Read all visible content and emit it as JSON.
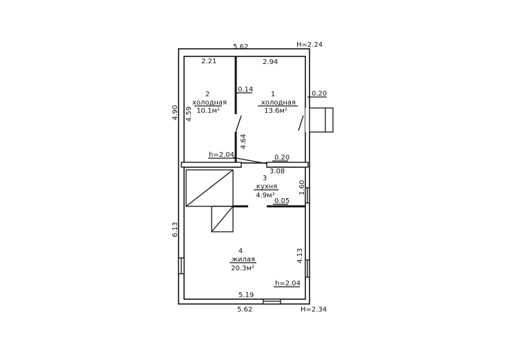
{
  "plan": {
    "dimensions": {
      "top_total": "5.62",
      "top_height": "H=2.24",
      "room2_width": "2.21",
      "room1_width": "2.94",
      "left_upper": "4.90",
      "room2_depth": "4.59",
      "partition": "0.14",
      "room1_depth": "4.64",
      "porch_wall": "0.20",
      "ceiling_upper": "h=2.04",
      "door_wall": "0.20",
      "kitchen_width": "3.08",
      "kitchen_depth": "1.60",
      "kitchen_partition": "0.05",
      "left_lower": "6.13",
      "room4_depth": "4.13",
      "ceiling_lower": "h=2.04",
      "room4_width": "5.19",
      "bottom_total": "5.62",
      "bottom_height": "H=2.34"
    },
    "rooms": [
      {
        "number": "1",
        "name": "холодная",
        "area": "13.6м²"
      },
      {
        "number": "2",
        "name": "холодная",
        "area": "10.1м²"
      },
      {
        "number": "3",
        "name": "кухня",
        "area": "4.9м²"
      },
      {
        "number": "4",
        "name": "жилая",
        "area": "20.3м²"
      }
    ]
  }
}
